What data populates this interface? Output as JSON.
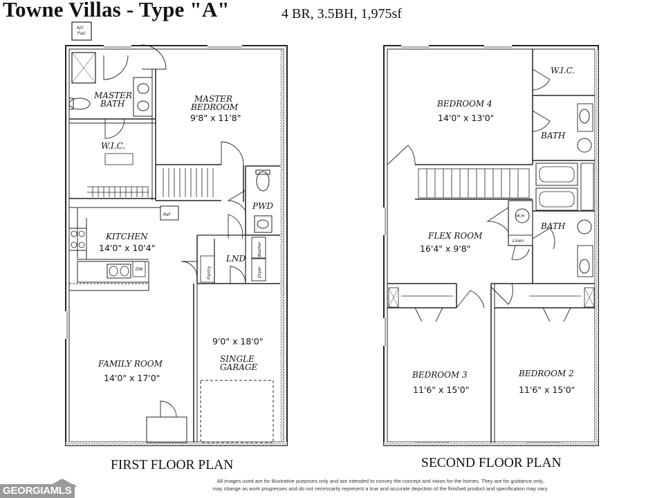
{
  "header": {
    "title": "Towne Villas - Type \"A\"",
    "subtitle": "4 BR, 3.5BH, 1,975sf"
  },
  "first_floor": {
    "label": "FIRST FLOOR PLAN",
    "ac_pad": [
      "A/C",
      "Pad"
    ],
    "rooms": {
      "master_bath": [
        "MASTER",
        "BATH"
      ],
      "master_bedroom": [
        "MASTER",
        "BEDROOM"
      ],
      "master_bedroom_dim": "9'8\" x 11'8\"",
      "wic": "W.I.C.",
      "pwd": "PWD",
      "ref": "Ref",
      "kitchen": "KITCHEN",
      "kitchen_dim": "14'0\" x 10'4\"",
      "dw": "DW",
      "lnd": "LND",
      "pantry": "Pantry",
      "washer": "Washer",
      "dryer": "Dryer",
      "garage_dim": "9'0\" x 18'0\"",
      "garage": [
        "SINGLE",
        "GARAGE"
      ],
      "family_room": "FAMILY ROOM",
      "family_room_dim": "14'0\" x 17'0\""
    }
  },
  "second_floor": {
    "label": "SECOND FLOOR PLAN",
    "rooms": {
      "wic": "W.I.C.",
      "bedroom4": "BEDROOM 4",
      "bedroom4_dim": "14'0\" x 13'0\"",
      "bath_upper": "BATH",
      "flex_room": "FLEX ROOM",
      "flex_room_dim": "16'4\" x 9'8\"",
      "wh": "W.H.",
      "linen": "Linen",
      "bath_lower": "BATH",
      "bedroom3": "BEDROOM 3",
      "bedroom3_dim": "11'6\" x 15'0\"",
      "bedroom2": "BEDROOM 2",
      "bedroom2_dim": "11'6\" x 15'0\""
    }
  },
  "footer": {
    "disclaimer_line1": "All images used are for illustrative purposes only and are intended to convey the concept and vision for the homes. They are for guidance only,",
    "disclaimer_line2": "may change as work progresses and do not necessarily represent a true and accurate depiction of the finished product and specification may vary.",
    "logo": "GEORGIAMLS"
  }
}
